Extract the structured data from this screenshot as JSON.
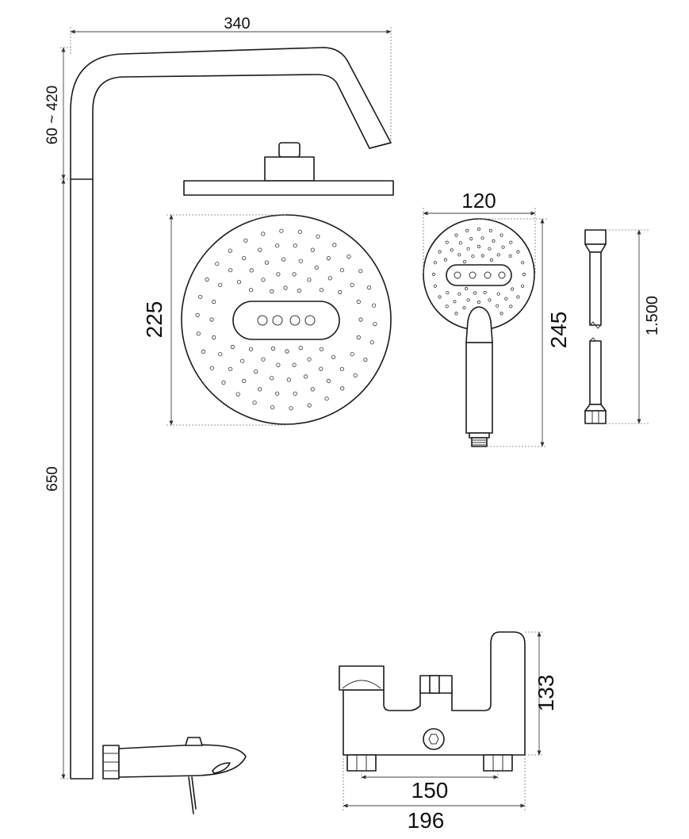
{
  "dimensions": {
    "arm_width": "340",
    "arm_height": "60 ~ 420",
    "pipe_length": "650",
    "overhead_diameter": "225",
    "handheld_width": "120",
    "handheld_length": "245",
    "hose_length": "1.500",
    "mixer_height": "133",
    "mixer_centers": "150",
    "mixer_width": "196"
  }
}
